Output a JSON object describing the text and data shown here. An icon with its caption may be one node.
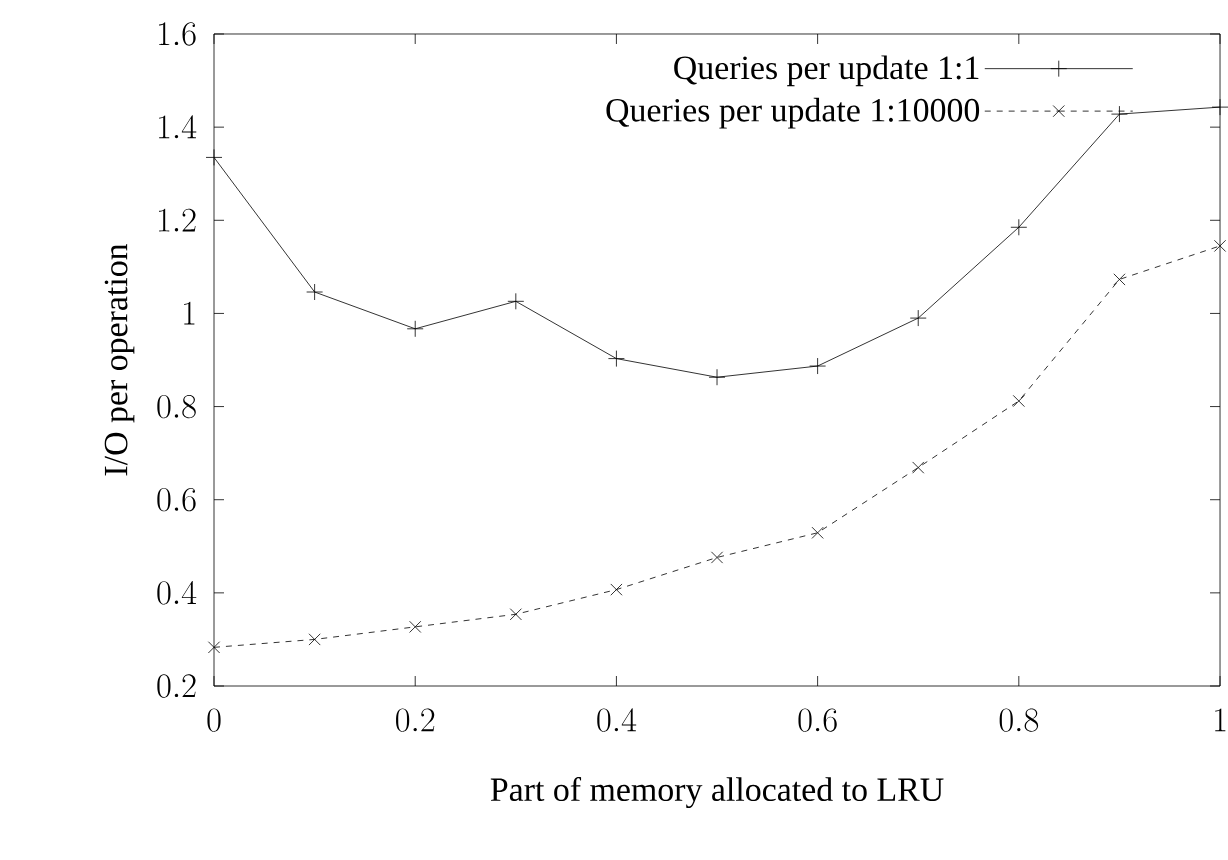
{
  "diagram": {
    "chart_data": {
      "type": "line",
      "xlabel": "Part of memory allocated to LRU",
      "ylabel": "I/O per operation",
      "x": [
        0,
        0.1,
        0.2,
        0.3,
        0.4,
        0.5,
        0.6,
        0.7,
        0.8,
        0.9,
        1
      ],
      "series": [
        {
          "name": "Queries per update 1:1",
          "color": "#000000",
          "marker": "+",
          "line_style": "solid",
          "values": [
            1.335,
            1.046,
            0.967,
            1.026,
            0.903,
            0.863,
            0.887,
            0.99,
            1.185,
            1.428,
            1.443
          ]
        },
        {
          "name": "Queries per update 1:10000",
          "color": "#000000",
          "marker": "x",
          "line_style": "dashed",
          "values": [
            0.283,
            0.3,
            0.327,
            0.354,
            0.407,
            0.476,
            0.529,
            0.669,
            0.812,
            1.073,
            1.145
          ]
        }
      ],
      "legend": "top right",
      "xlim": [
        0,
        1
      ],
      "ylim": [
        0.2,
        1.6
      ],
      "xticks": [
        0,
        0.2,
        0.4,
        0.6,
        0.8,
        1
      ],
      "yticks": [
        0.2,
        0.4,
        0.6,
        0.8,
        1,
        1.2,
        1.4,
        1.6
      ]
    }
  }
}
